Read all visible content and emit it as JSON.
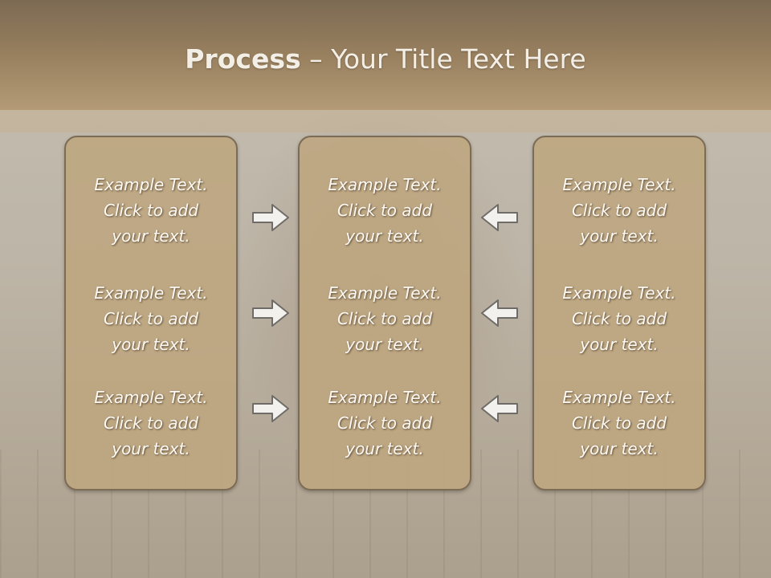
{
  "slide": {
    "title_bold": "Process",
    "title_dash": " – ",
    "title_rest": "Your Title Text Here"
  },
  "columns": [
    {
      "items": [
        {
          "line1": "Example Text.",
          "line2": "Click  to add",
          "line3": "your text."
        },
        {
          "line1": "Example Text.",
          "line2": "Click  to add",
          "line3": "your text."
        },
        {
          "line1": "Example Text.",
          "line2": "Click  to add",
          "line3": "your text."
        }
      ]
    },
    {
      "items": [
        {
          "line1": "Example Text.",
          "line2": "Click  to add",
          "line3": "your text."
        },
        {
          "line1": "Example Text.",
          "line2": "Click  to add",
          "line3": "your text."
        },
        {
          "line1": "Example Text.",
          "line2": "Click  to add",
          "line3": "your text."
        }
      ]
    },
    {
      "items": [
        {
          "line1": "Example Text.",
          "line2": "Click  to add",
          "line3": "your text."
        },
        {
          "line1": "Example Text.",
          "line2": "Click  to add",
          "line3": "your text."
        },
        {
          "line1": "Example Text.",
          "line2": "Click  to add",
          "line3": "your text."
        }
      ]
    }
  ],
  "arrows": {
    "left_group": {
      "icon": "arrow-right-icon"
    },
    "right_group": {
      "icon": "arrow-left-icon"
    }
  },
  "colors": {
    "header": "#98805f",
    "box_fill": "#bea680",
    "box_border": "#7d6c55",
    "text": "#fdf9f2"
  }
}
